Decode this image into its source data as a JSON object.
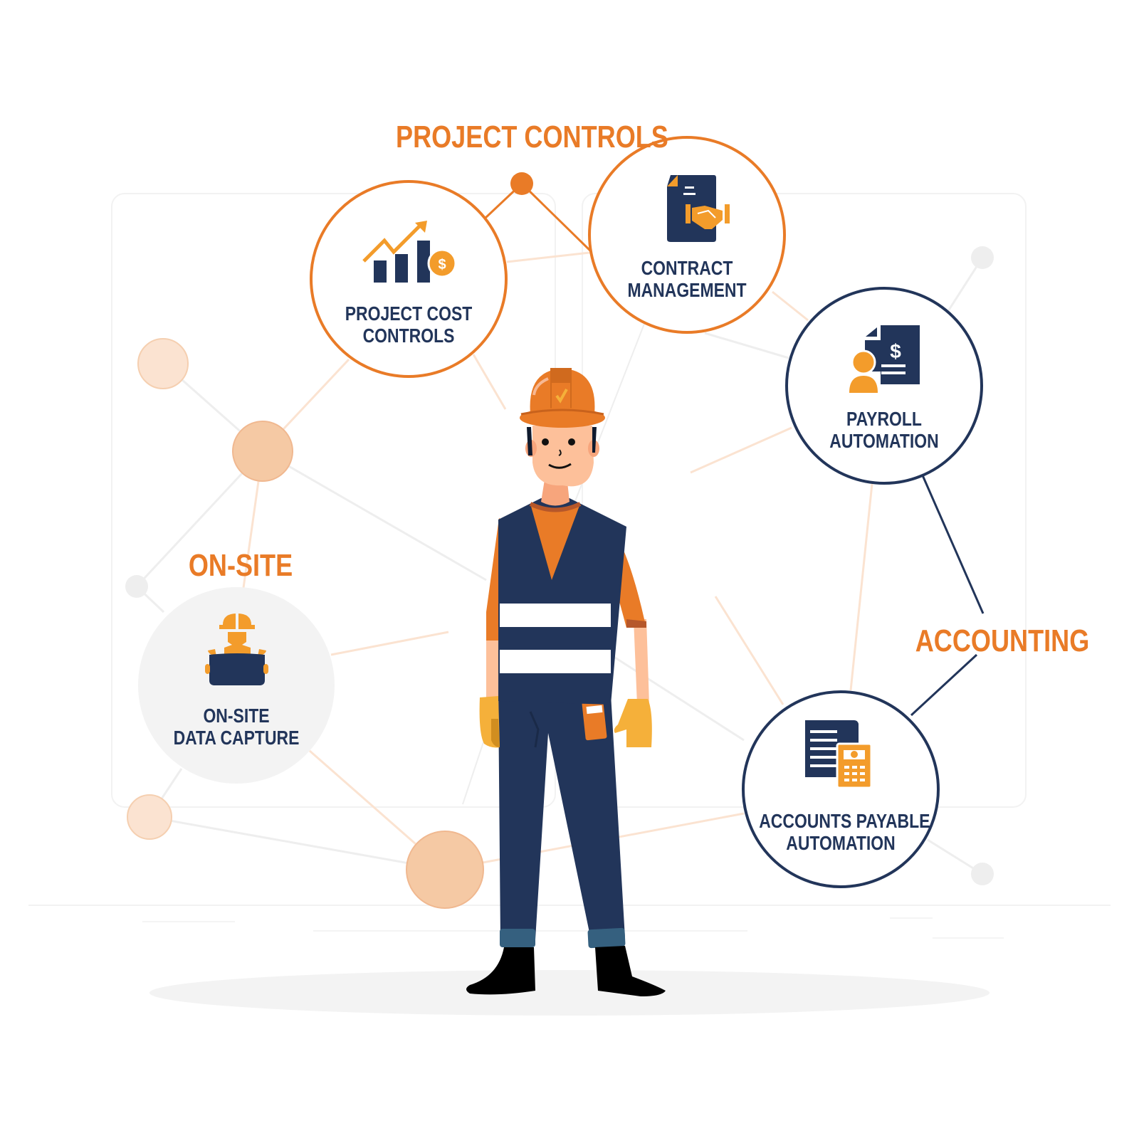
{
  "colors": {
    "orange": "#E97B27",
    "navy": "#22355A",
    "peach": "#F5C9A4",
    "light_peach": "#FBE3D1",
    "gray_node": "#EDEDED",
    "onsite_bg": "#F3F3F3",
    "icon_orange": "#F39C2B"
  },
  "groups": [
    {
      "id": "project-controls",
      "label": "PROJECT CONTROLS"
    },
    {
      "id": "on-site",
      "label": "ON-SITE"
    },
    {
      "id": "accounting",
      "label": "ACCOUNTING"
    }
  ],
  "nodes": [
    {
      "id": "project-cost-controls",
      "line1": "PROJECT COST",
      "line2": "CONTROLS",
      "icon": "growth-chart-dollar-icon",
      "group": "project-controls"
    },
    {
      "id": "contract-management",
      "line1": "CONTRACT",
      "line2": "MANAGEMENT",
      "icon": "contract-handshake-icon",
      "group": "project-controls"
    },
    {
      "id": "payroll-automation",
      "line1": "PAYROLL",
      "line2": "AUTOMATION",
      "icon": "payroll-document-person-icon",
      "group": "accounting"
    },
    {
      "id": "accounts-payable-automation",
      "line1": "ACCOUNTS PAYABLE",
      "line2": "AUTOMATION",
      "icon": "invoice-calculator-icon",
      "group": "accounting"
    },
    {
      "id": "on-site-data-capture",
      "line1": "ON-SITE",
      "line2": "DATA CAPTURE",
      "icon": "worker-blueprint-icon",
      "group": "on-site"
    }
  ],
  "figure": {
    "name": "construction-worker",
    "helmet_mark": "checkmark"
  }
}
